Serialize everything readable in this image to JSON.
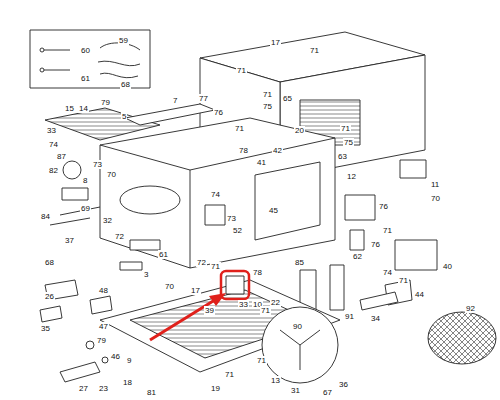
{
  "diagram": {
    "labels": [
      "60",
      "59",
      "61",
      "68",
      "17",
      "71",
      "71",
      "71",
      "65",
      "75",
      "20",
      "71",
      "75",
      "63",
      "71",
      "79",
      "15",
      "14",
      "33",
      "7",
      "77",
      "76",
      "5",
      "87",
      "74",
      "73",
      "82",
      "8",
      "70",
      "84",
      "69",
      "32",
      "37",
      "72",
      "61",
      "68",
      "3",
      "78",
      "41",
      "45",
      "42",
      "12",
      "11",
      "70",
      "74",
      "73",
      "52",
      "76",
      "76",
      "71",
      "40",
      "74",
      "62",
      "72",
      "78",
      "33",
      "10",
      "71",
      "70",
      "22",
      "85",
      "90",
      "91",
      "44",
      "34",
      "71",
      "48",
      "26",
      "35",
      "47",
      "17",
      "39",
      "71",
      "79",
      "46",
      "9",
      "18",
      "27",
      "23",
      "81",
      "19",
      "71",
      "71",
      "13",
      "67",
      "31",
      "36",
      "92"
    ]
  }
}
